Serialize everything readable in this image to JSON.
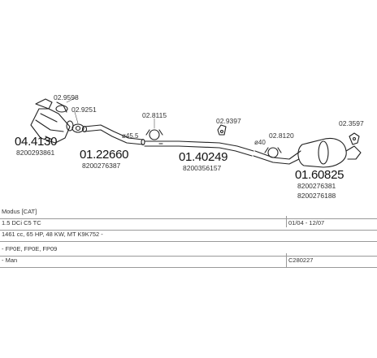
{
  "parts": [
    {
      "id": "p1",
      "number": "04.4130",
      "refs": [
        "8200293861"
      ]
    },
    {
      "id": "p2",
      "number": "01.22660",
      "refs": [
        "8200276387"
      ]
    },
    {
      "id": "p3",
      "number": "01.40249",
      "refs": [
        "8200356157"
      ]
    },
    {
      "id": "p4",
      "number": "01.60825",
      "refs": [
        "8200276381",
        "8200276188"
      ]
    }
  ],
  "fittings": [
    {
      "id": "f1",
      "code": "02.9598"
    },
    {
      "id": "f2",
      "code": "02.9251"
    },
    {
      "id": "f3",
      "code": "02.8115"
    },
    {
      "id": "f4",
      "code": "02.9397"
    },
    {
      "id": "f5",
      "code": "02.8120"
    },
    {
      "id": "f6",
      "code": "02.3597"
    }
  ],
  "dimensions": {
    "d1": "ø45,5",
    "d2": "ø40"
  },
  "info_rows": [
    {
      "left": "Modus  [CAT]",
      "right": ""
    },
    {
      "left": "1.5 DCi C5 TC",
      "right": "01/04 - 12/07"
    },
    {
      "left": "1461 cc, 65 HP, 48 KW, MT K9K752 -",
      "right": ""
    },
    {
      "left": "- FP0E, FP0E, FP09",
      "right": ""
    },
    {
      "left": "- Man",
      "right": "C280227"
    }
  ]
}
